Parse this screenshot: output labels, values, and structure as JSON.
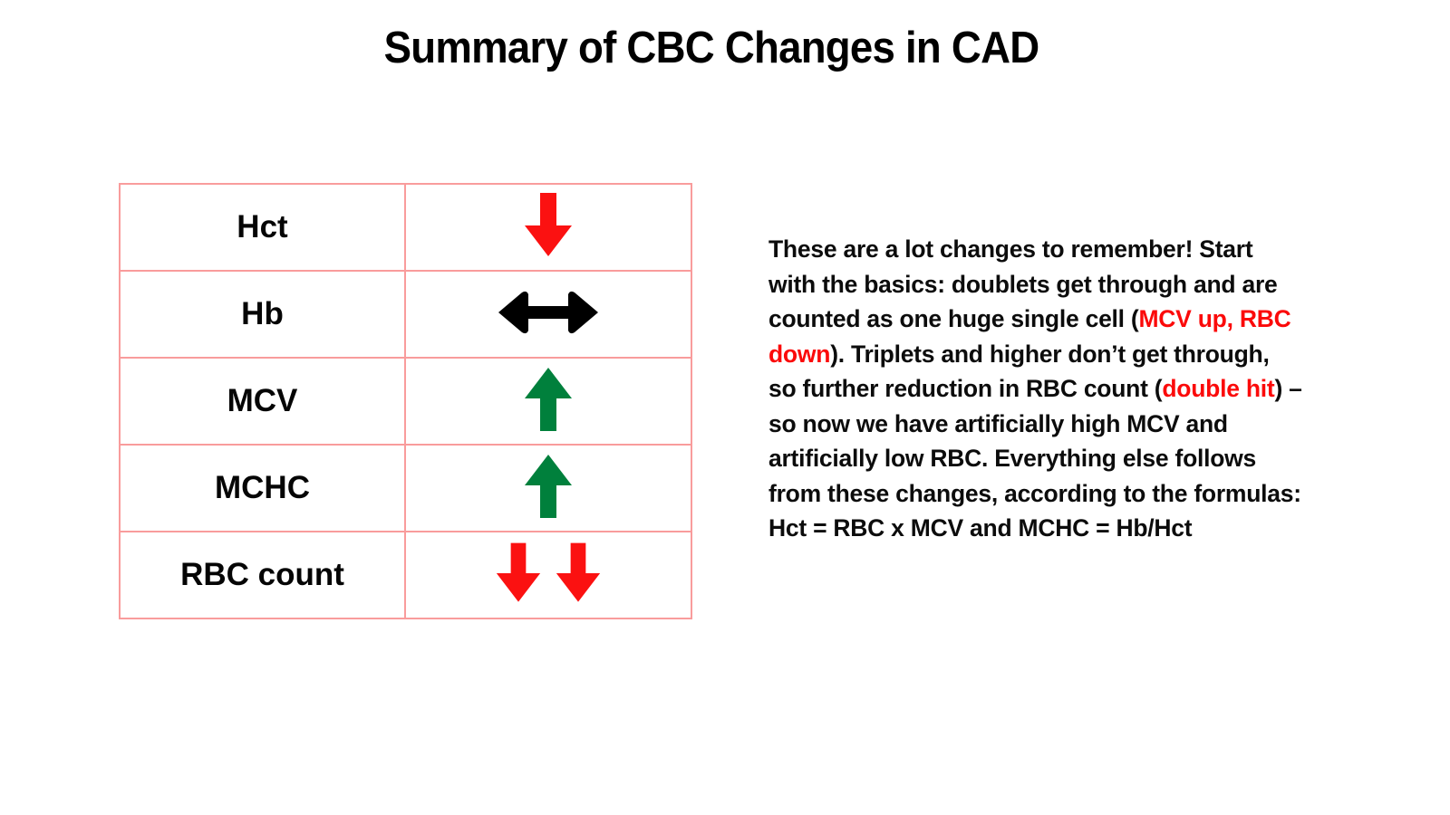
{
  "slide": {
    "title": "Summary of CBC Changes in CAD",
    "background_color": "#ffffff"
  },
  "table": {
    "border_color": "#f99c9c",
    "rows": [
      {
        "label": "Hct",
        "icon": "arrow-down-red",
        "icon_count": 1,
        "icon_color": "#fb1111",
        "direction": "down"
      },
      {
        "label": "Hb",
        "icon": "arrow-left-right-black",
        "icon_count": 1,
        "icon_color": "#000000",
        "direction": "unchanged"
      },
      {
        "label": "MCV",
        "icon": "arrow-up-green",
        "icon_count": 1,
        "icon_color": "#00803c",
        "direction": "up"
      },
      {
        "label": "MCHC",
        "icon": "arrow-up-green",
        "icon_count": 1,
        "icon_color": "#00803c",
        "direction": "up"
      },
      {
        "label": "RBC count",
        "icon": "arrow-down-red",
        "icon_count": 2,
        "icon_color": "#fb1111",
        "direction": "down-double"
      }
    ]
  },
  "explanation": {
    "segment_1": "These are a lot changes to remember! Start with the basics: doublets get through and are counted as one huge single cell (",
    "highlight_1": "MCV up, RBC down",
    "segment_2": "). Triplets and higher don’t get through, so further reduction in RBC count (",
    "highlight_2": "double hit",
    "segment_3": ") – so now we have artificially high MCV and artificially low RBC. Everything else follows from these changes, according to the formulas: Hct = RBC x MCV and MCHC = Hb/Hct",
    "highlight_color": "#fb0a0a",
    "text_color": "#0c0c0c"
  }
}
